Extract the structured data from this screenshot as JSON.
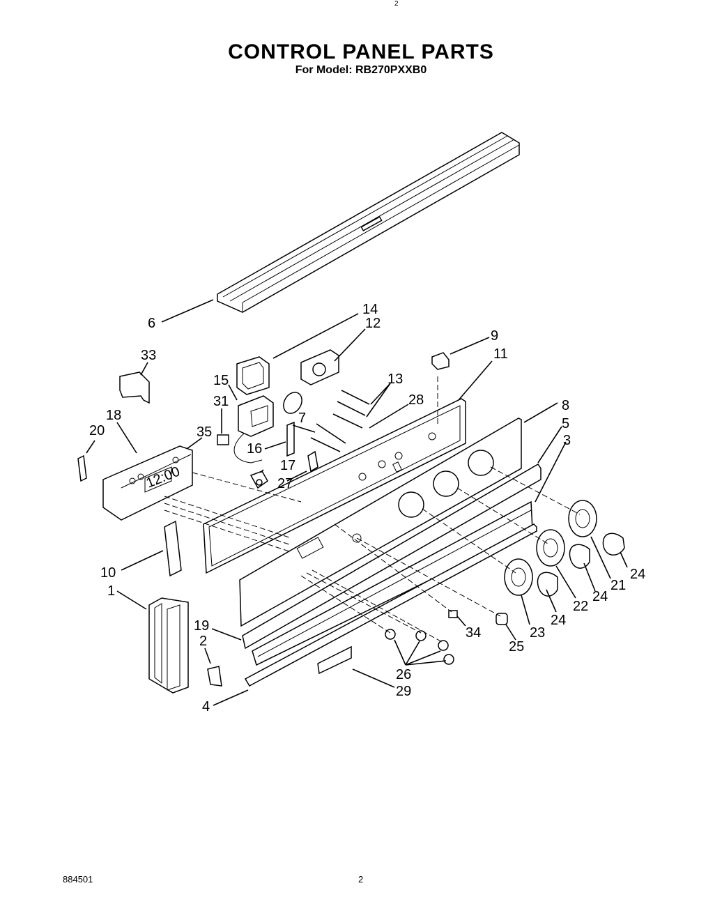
{
  "header": {
    "top_mark": "2",
    "title": "CONTROL PANEL PARTS",
    "subtitle": "For Model: RB270PXXB0"
  },
  "footer": {
    "doc_number": "884501",
    "page_number": "2"
  },
  "callouts": {
    "c1": "1",
    "c2": "2",
    "c3": "3",
    "c4": "4",
    "c5": "5",
    "c6": "6",
    "c7": "7",
    "c8": "8",
    "c9": "9",
    "c10": "10",
    "c11": "11",
    "c12": "12",
    "c13": "13",
    "c14": "14",
    "c15": "15",
    "c16": "16",
    "c17": "17",
    "c18": "18",
    "c19": "19",
    "c20": "20",
    "c21": "21",
    "c22": "22",
    "c23": "23",
    "c24": "24",
    "c25": "25",
    "c26": "26",
    "c27": "27",
    "c28": "28",
    "c29": "29",
    "c31": "31",
    "c33": "33",
    "c34": "34",
    "c35": "35"
  },
  "display_text": "12:00"
}
